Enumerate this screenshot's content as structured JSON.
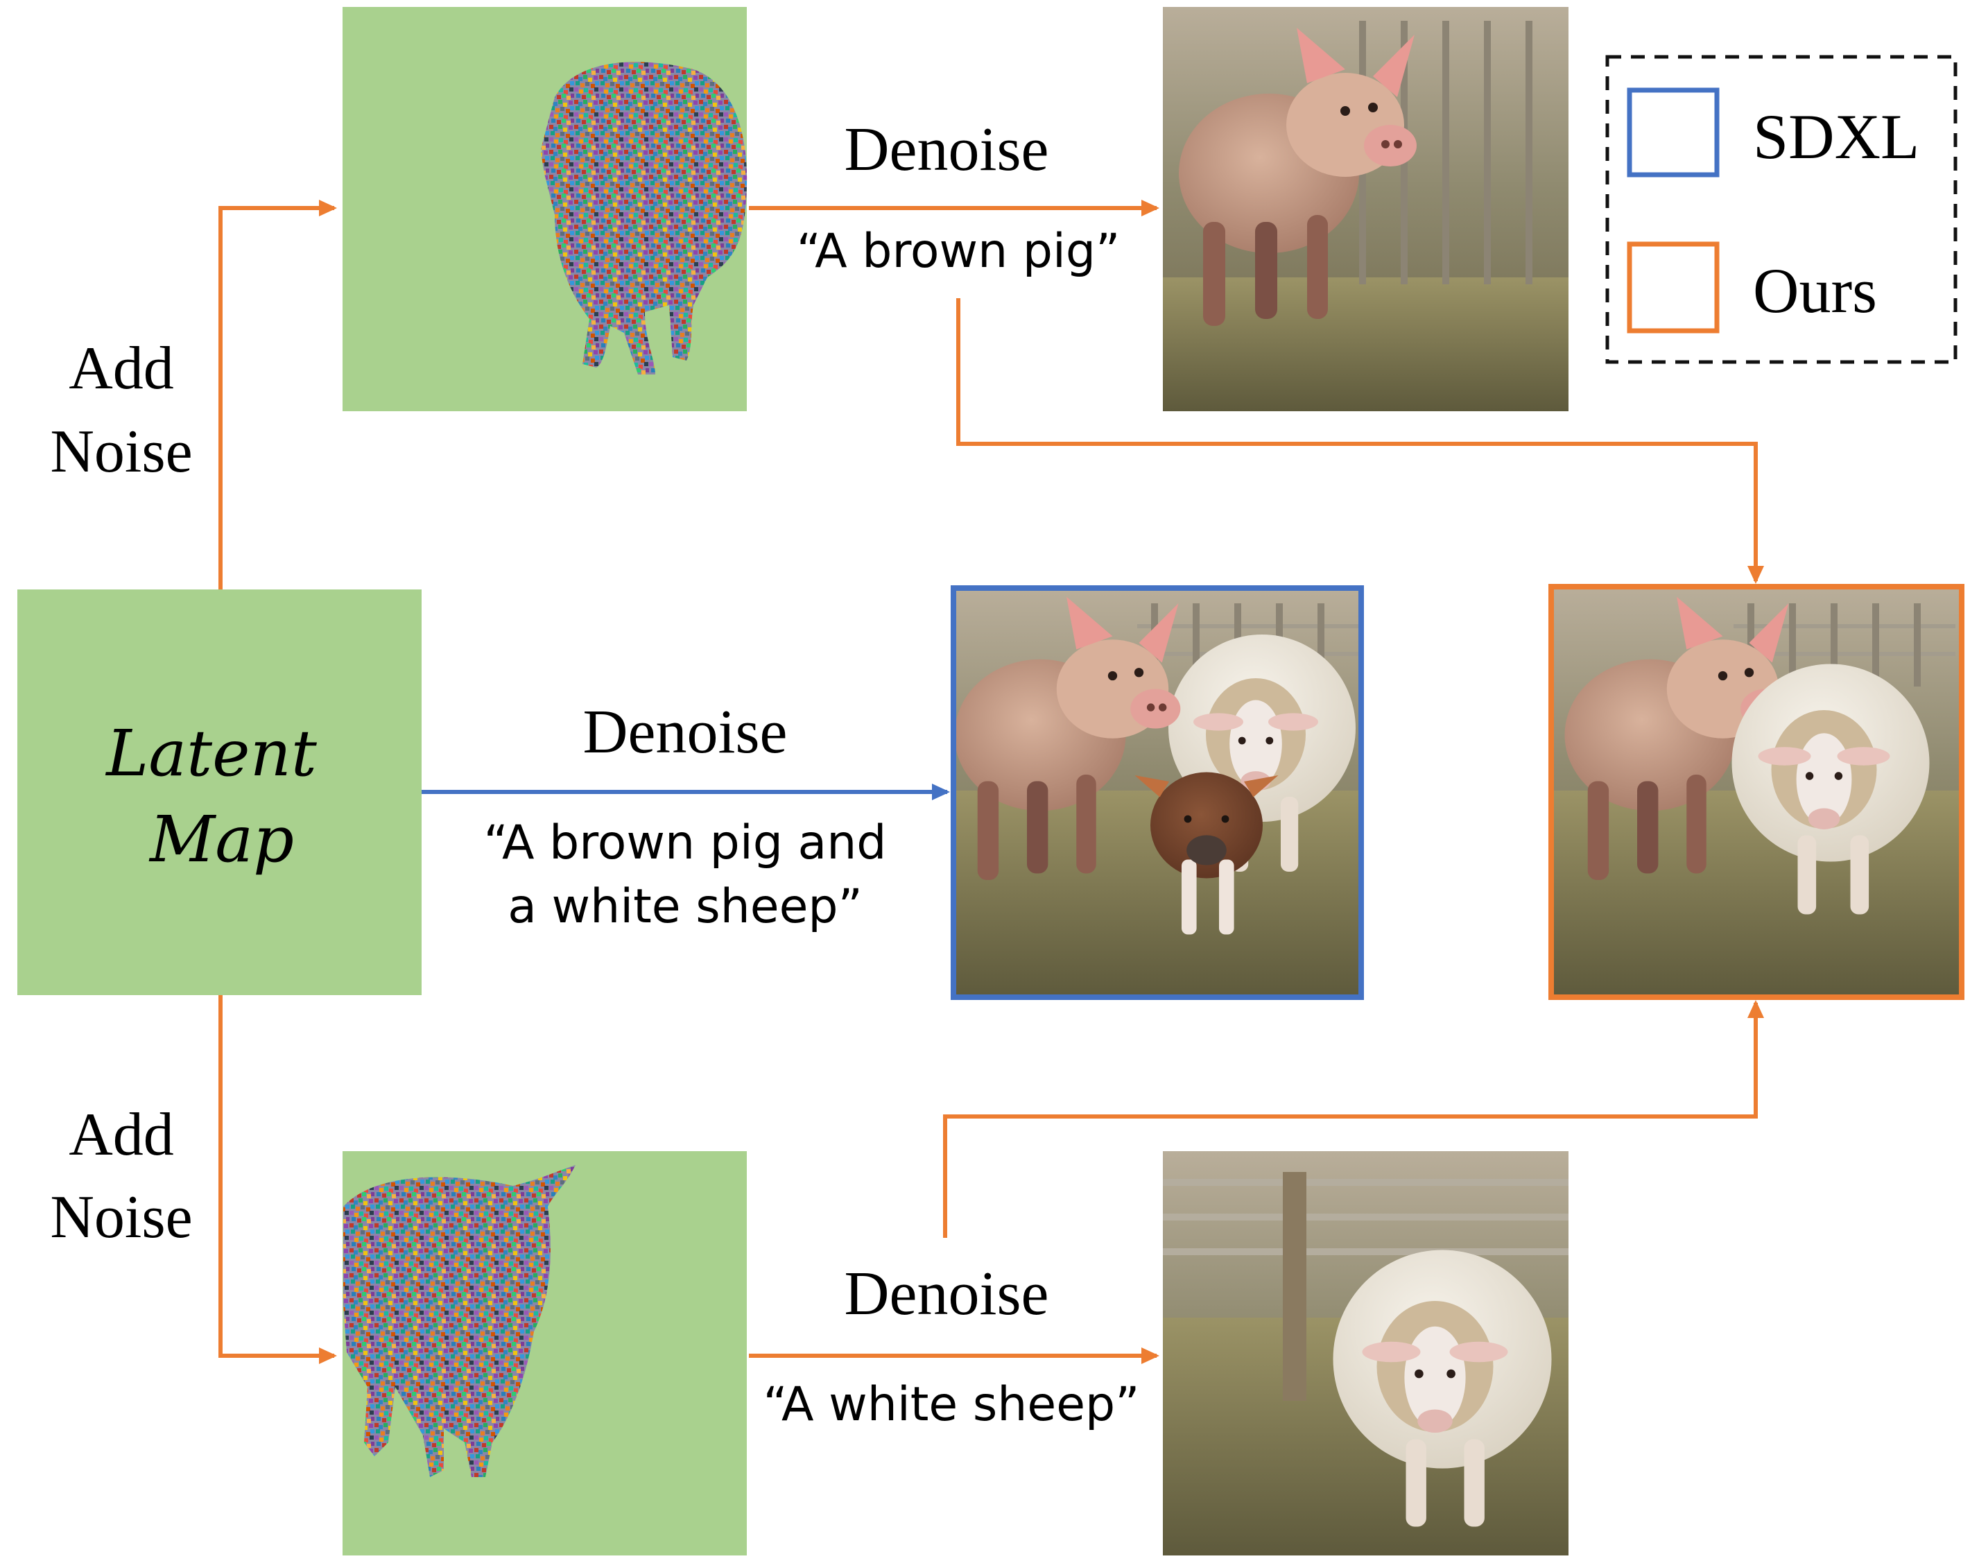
{
  "latent_block": {
    "line1": "Latent",
    "line2": "Map"
  },
  "add_noise": {
    "line1": "Add",
    "line2": "Noise"
  },
  "top_branch": {
    "action": "Denoise",
    "prompt": "“A brown pig”"
  },
  "middle_branch": {
    "action": "Denoise",
    "prompt_line1": "“A brown pig and",
    "prompt_line2": "a white sheep”"
  },
  "bottom_branch": {
    "action": "Denoise",
    "prompt": "“A white sheep”"
  },
  "legend": {
    "items": [
      {
        "label": "SDXL",
        "color": "#4472c4"
      },
      {
        "label": "Ours",
        "color": "#ed7d31"
      }
    ]
  },
  "colors": {
    "latent_green": "#a9d18e",
    "sdxl_blue": "#4472c4",
    "ours_orange": "#ed7d31"
  }
}
